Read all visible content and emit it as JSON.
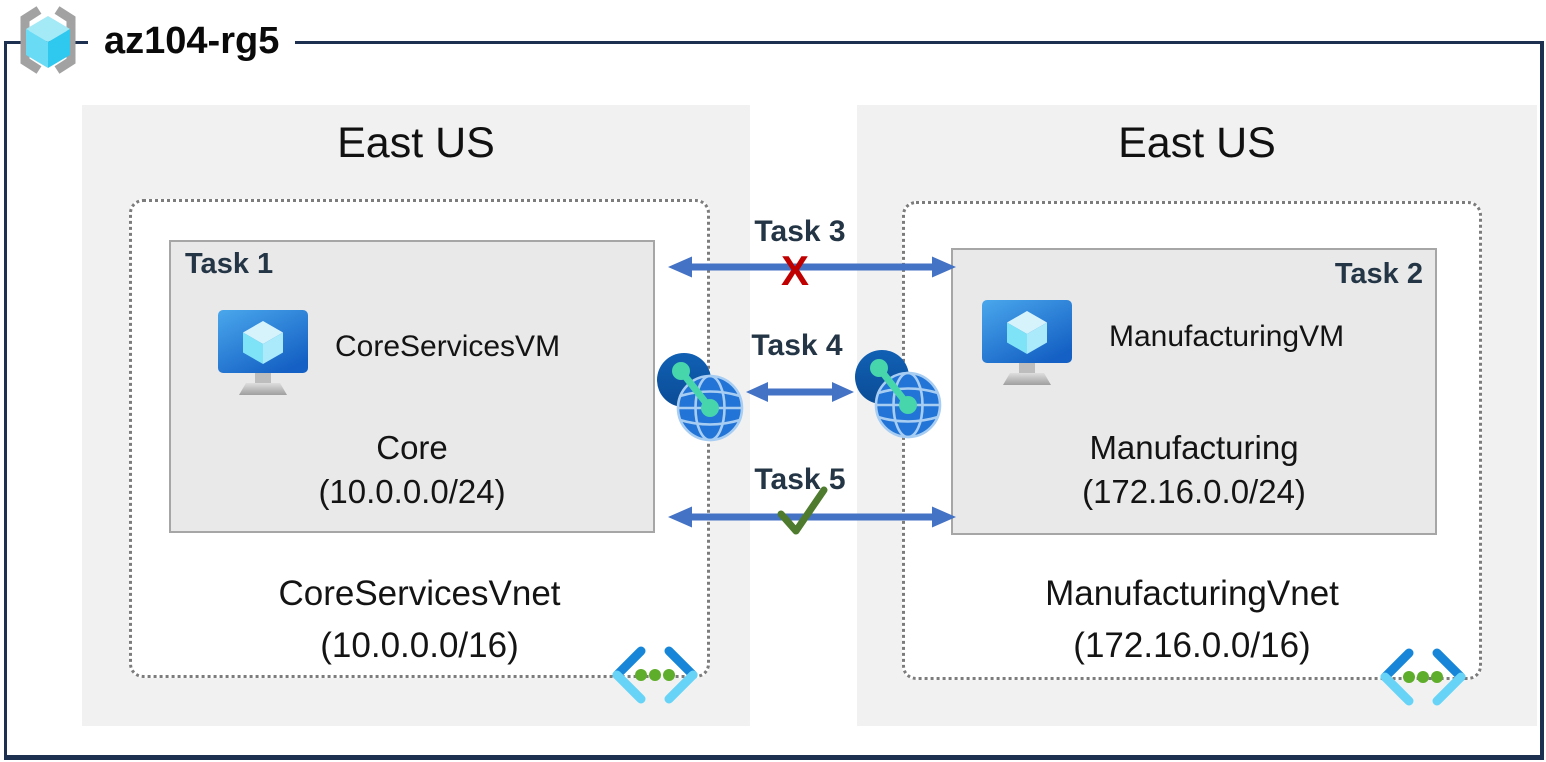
{
  "resource_group": {
    "name": "az104-rg5"
  },
  "vnets": {
    "left": {
      "region": "East US",
      "task_label": "Task 1",
      "vm_name": "CoreServicesVM",
      "subnet_name": "Core",
      "subnet_cidr": "(10.0.0.0/24)",
      "vnet_name": "CoreServicesVnet",
      "vnet_cidr": "(10.0.0.0/16)"
    },
    "right": {
      "region": "East US",
      "task_label": "Task 2",
      "vm_name": "ManufacturingVM",
      "subnet_name": "Manufacturing",
      "subnet_cidr": "(172.16.0.0/24)",
      "vnet_name": "ManufacturingVnet",
      "vnet_cidr": "(172.16.0.0/16)"
    }
  },
  "connections": {
    "task3": {
      "label": "Task 3",
      "status": "blocked",
      "mark": "X"
    },
    "task4": {
      "label": "Task 4",
      "status": "peering"
    },
    "task5": {
      "label": "Task 5",
      "status": "allowed"
    }
  },
  "colors": {
    "frame_navy": "#1e3050",
    "arrow_blue": "#4472c4",
    "task_text": "#243546",
    "blocked_red": "#c00000",
    "allowed_green": "#4e7b2d",
    "region_gray": "#f1f1f1",
    "subnet_gray": "#e9e9e9"
  }
}
